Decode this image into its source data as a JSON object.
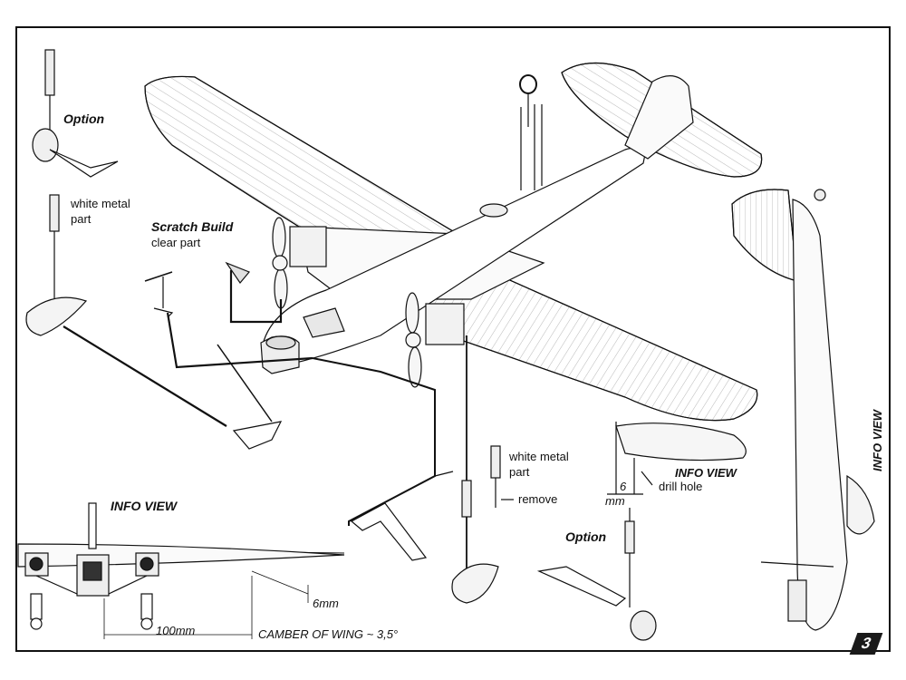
{
  "labels": {
    "option_top": "Option",
    "white_metal_left_1": "white metal",
    "white_metal_left_2": "part",
    "scratch_build": "Scratch Build",
    "clear_part": "clear part",
    "info_view_left": "INFO VIEW",
    "dim_6mm": "6mm",
    "dim_100mm": "100mm",
    "camber": "CAMBER OF WING ~ 3,5°",
    "white_metal_mid_1": "white metal",
    "white_metal_mid_2": "part",
    "remove": "remove",
    "info_view_mid": "INFO VIEW",
    "dim_6": "6",
    "dim_mm": "mm",
    "drill_hole": "drill hole",
    "option_bottom": "Option",
    "info_view_vertical": "INFO VIEW",
    "page_number": "3"
  },
  "colors": {
    "line": "#111111",
    "paper": "#ffffff",
    "fill": "#f4f4f4"
  }
}
